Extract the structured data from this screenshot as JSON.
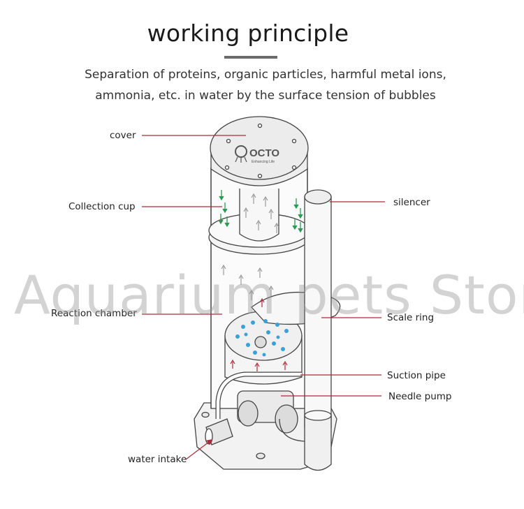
{
  "header": {
    "title": "working principle",
    "subtitle_line1": "Separation of proteins, organic particles, harmful metal ions,",
    "subtitle_line2": "ammonia, etc. in water by the surface tension of bubbles"
  },
  "labels": {
    "cover": "cover",
    "collection_cup": "Collection cup",
    "reaction_chamber": "Reaction chamber",
    "water_intake": "water intake",
    "silencer": "silencer",
    "scale_ring": "Scale ring",
    "suction_pipe": "Suction pipe",
    "needle_pump": "Needle pump"
  },
  "logo": {
    "brand": "OCTO",
    "tagline": "Enhancing Life"
  },
  "watermark": "Aquarium pets Store",
  "colors": {
    "leader_line": "#b0283a",
    "down_arrows": "#2a9a55",
    "bubbles": "#3aa0d8",
    "up_arrows": "#8a8a8a",
    "drawing_stroke": "#444444"
  }
}
